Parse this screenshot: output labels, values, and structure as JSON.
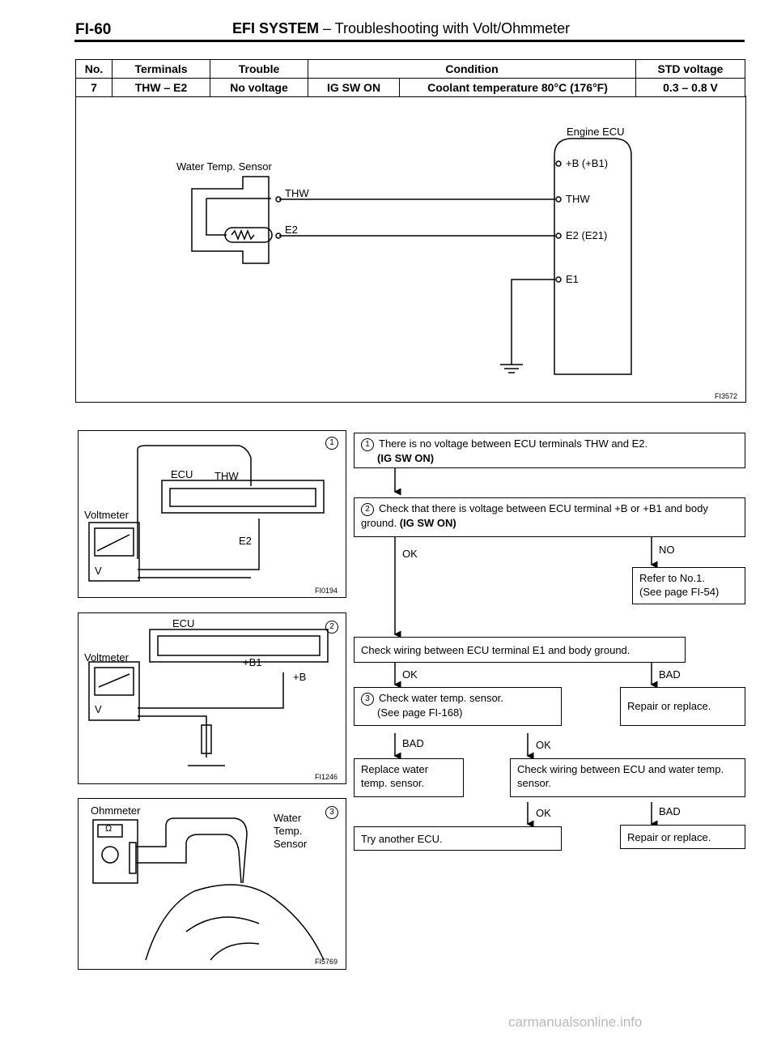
{
  "header": {
    "page_no": "FI-60",
    "system": "EFI SYSTEM",
    "subtitle": " – Troubleshooting with Volt/Ohmmeter"
  },
  "table": {
    "headers": [
      "No.",
      "Terminals",
      "Trouble",
      "Condition",
      "STD voltage"
    ],
    "row": {
      "no": "7",
      "terminals": "THW – E2",
      "trouble": "No voltage",
      "cond_a": "IG SW ON",
      "cond_b": "Coolant temperature 80°C (176°F)",
      "std": "0.3 – 0.8 V"
    }
  },
  "circuit": {
    "ecu_title": "Engine ECU",
    "sensor_title": "Water Temp. Sensor",
    "pins": [
      "+B (+B1)",
      "THW",
      "E2 (E21)",
      "E1"
    ],
    "sensor_pins": [
      "THW",
      "E2"
    ],
    "fig": "FI3572"
  },
  "fig1": {
    "num": "1",
    "ecu": "ECU",
    "thw": "THW",
    "e2": "E2",
    "voltmeter": "Voltmeter",
    "v": "V",
    "fig": "FI0194"
  },
  "fig2": {
    "num": "2",
    "ecu": "ECU",
    "b1": "+B1",
    "b": "+B",
    "voltmeter": "Voltmeter",
    "v": "V",
    "fig": "FI1246"
  },
  "fig3": {
    "num": "3",
    "ohmmeter": "Ohmmeter",
    "ohm": "Ω",
    "sensor": "Water Temp. Sensor",
    "fig": "FI5769"
  },
  "flow": {
    "step1_num": "1",
    "step1": "There is no voltage between ECU terminals THW and E2.",
    "step1_b": "(IG SW ON)",
    "step2_num": "2",
    "step2": "Check that there is voltage between ECU terminal +B or +B1 and body ground.",
    "step2_b": "(IG SW ON)",
    "ok1": "OK",
    "no1": "NO",
    "refer": "Refer to No.1.",
    "refer_b": "(See page FI-54)",
    "check_e1": "Check wiring between ECU terminal E1 and body ground.",
    "ok2": "OK",
    "bad2": "BAD",
    "step3_num": "3",
    "step3": "Check water temp. sensor.",
    "step3_b": "(See page FI-168)",
    "repair1": "Repair or replace.",
    "bad3": "BAD",
    "ok3": "OK",
    "replace": "Replace water temp. sensor.",
    "check_wiring": "Check wiring between ECU and water temp. sensor.",
    "ok4": "OK",
    "bad4": "BAD",
    "try": "Try another ECU.",
    "repair2": "Repair or replace."
  },
  "watermark": "carmanualsonline.info"
}
